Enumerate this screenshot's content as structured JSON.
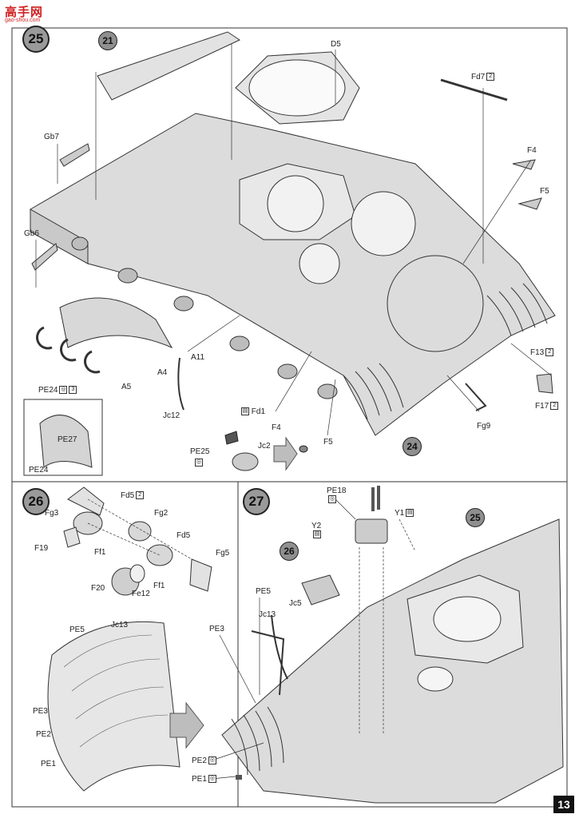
{
  "watermark": {
    "brand": "高手网",
    "url": "gao-shou.com"
  },
  "page_number": "13",
  "steps": {
    "s25": "25",
    "s26": "26",
    "s27": "27"
  },
  "refs": {
    "r21": "21",
    "r24": "24",
    "r26": "26",
    "r25": "25"
  },
  "labels": {
    "D5": "D5",
    "Fd7": "Fd7",
    "Fd7x": "2",
    "Gb7": "Gb7",
    "F4a": "F4",
    "F5a": "F5",
    "Gb6": "Gb6",
    "A11": "A11",
    "F13": "F13",
    "F13x": "2",
    "PE24": "PE24",
    "PE24x": "3",
    "A5": "A5",
    "A4": "A4",
    "F17": "F17",
    "F17x": "2",
    "Jc12": "Jc12",
    "Fd1": "Fd1",
    "F4b": "F4",
    "F5b": "F5",
    "Fg9": "Fg9",
    "PE27": "PE27",
    "PE24b": "PE24",
    "PE25": "PE25",
    "Jc2": "Jc2",
    "Fd5a": "Fd5",
    "Fd5ax": "2",
    "Fg3": "Fg3",
    "Fg2": "Fg2",
    "Fd5b": "Fd5",
    "F19": "F19",
    "Ff1a": "Ff1",
    "Fg5": "Fg5",
    "F20": "F20",
    "Fe12": "Fe12",
    "Ff1b": "Ff1",
    "Jc13a": "Jc13",
    "PE5a": "PE5",
    "PE3a": "PE3",
    "PE2a": "PE2",
    "PE1a": "PE1",
    "PE18": "PE18",
    "Y1": "Y1",
    "Y2": "Y2",
    "PE5b": "PE5",
    "Jc13b": "Jc13",
    "Jc5": "Jc5",
    "PE3b": "PE3",
    "PE2b": "PE2",
    "PE1b": "PE1"
  }
}
